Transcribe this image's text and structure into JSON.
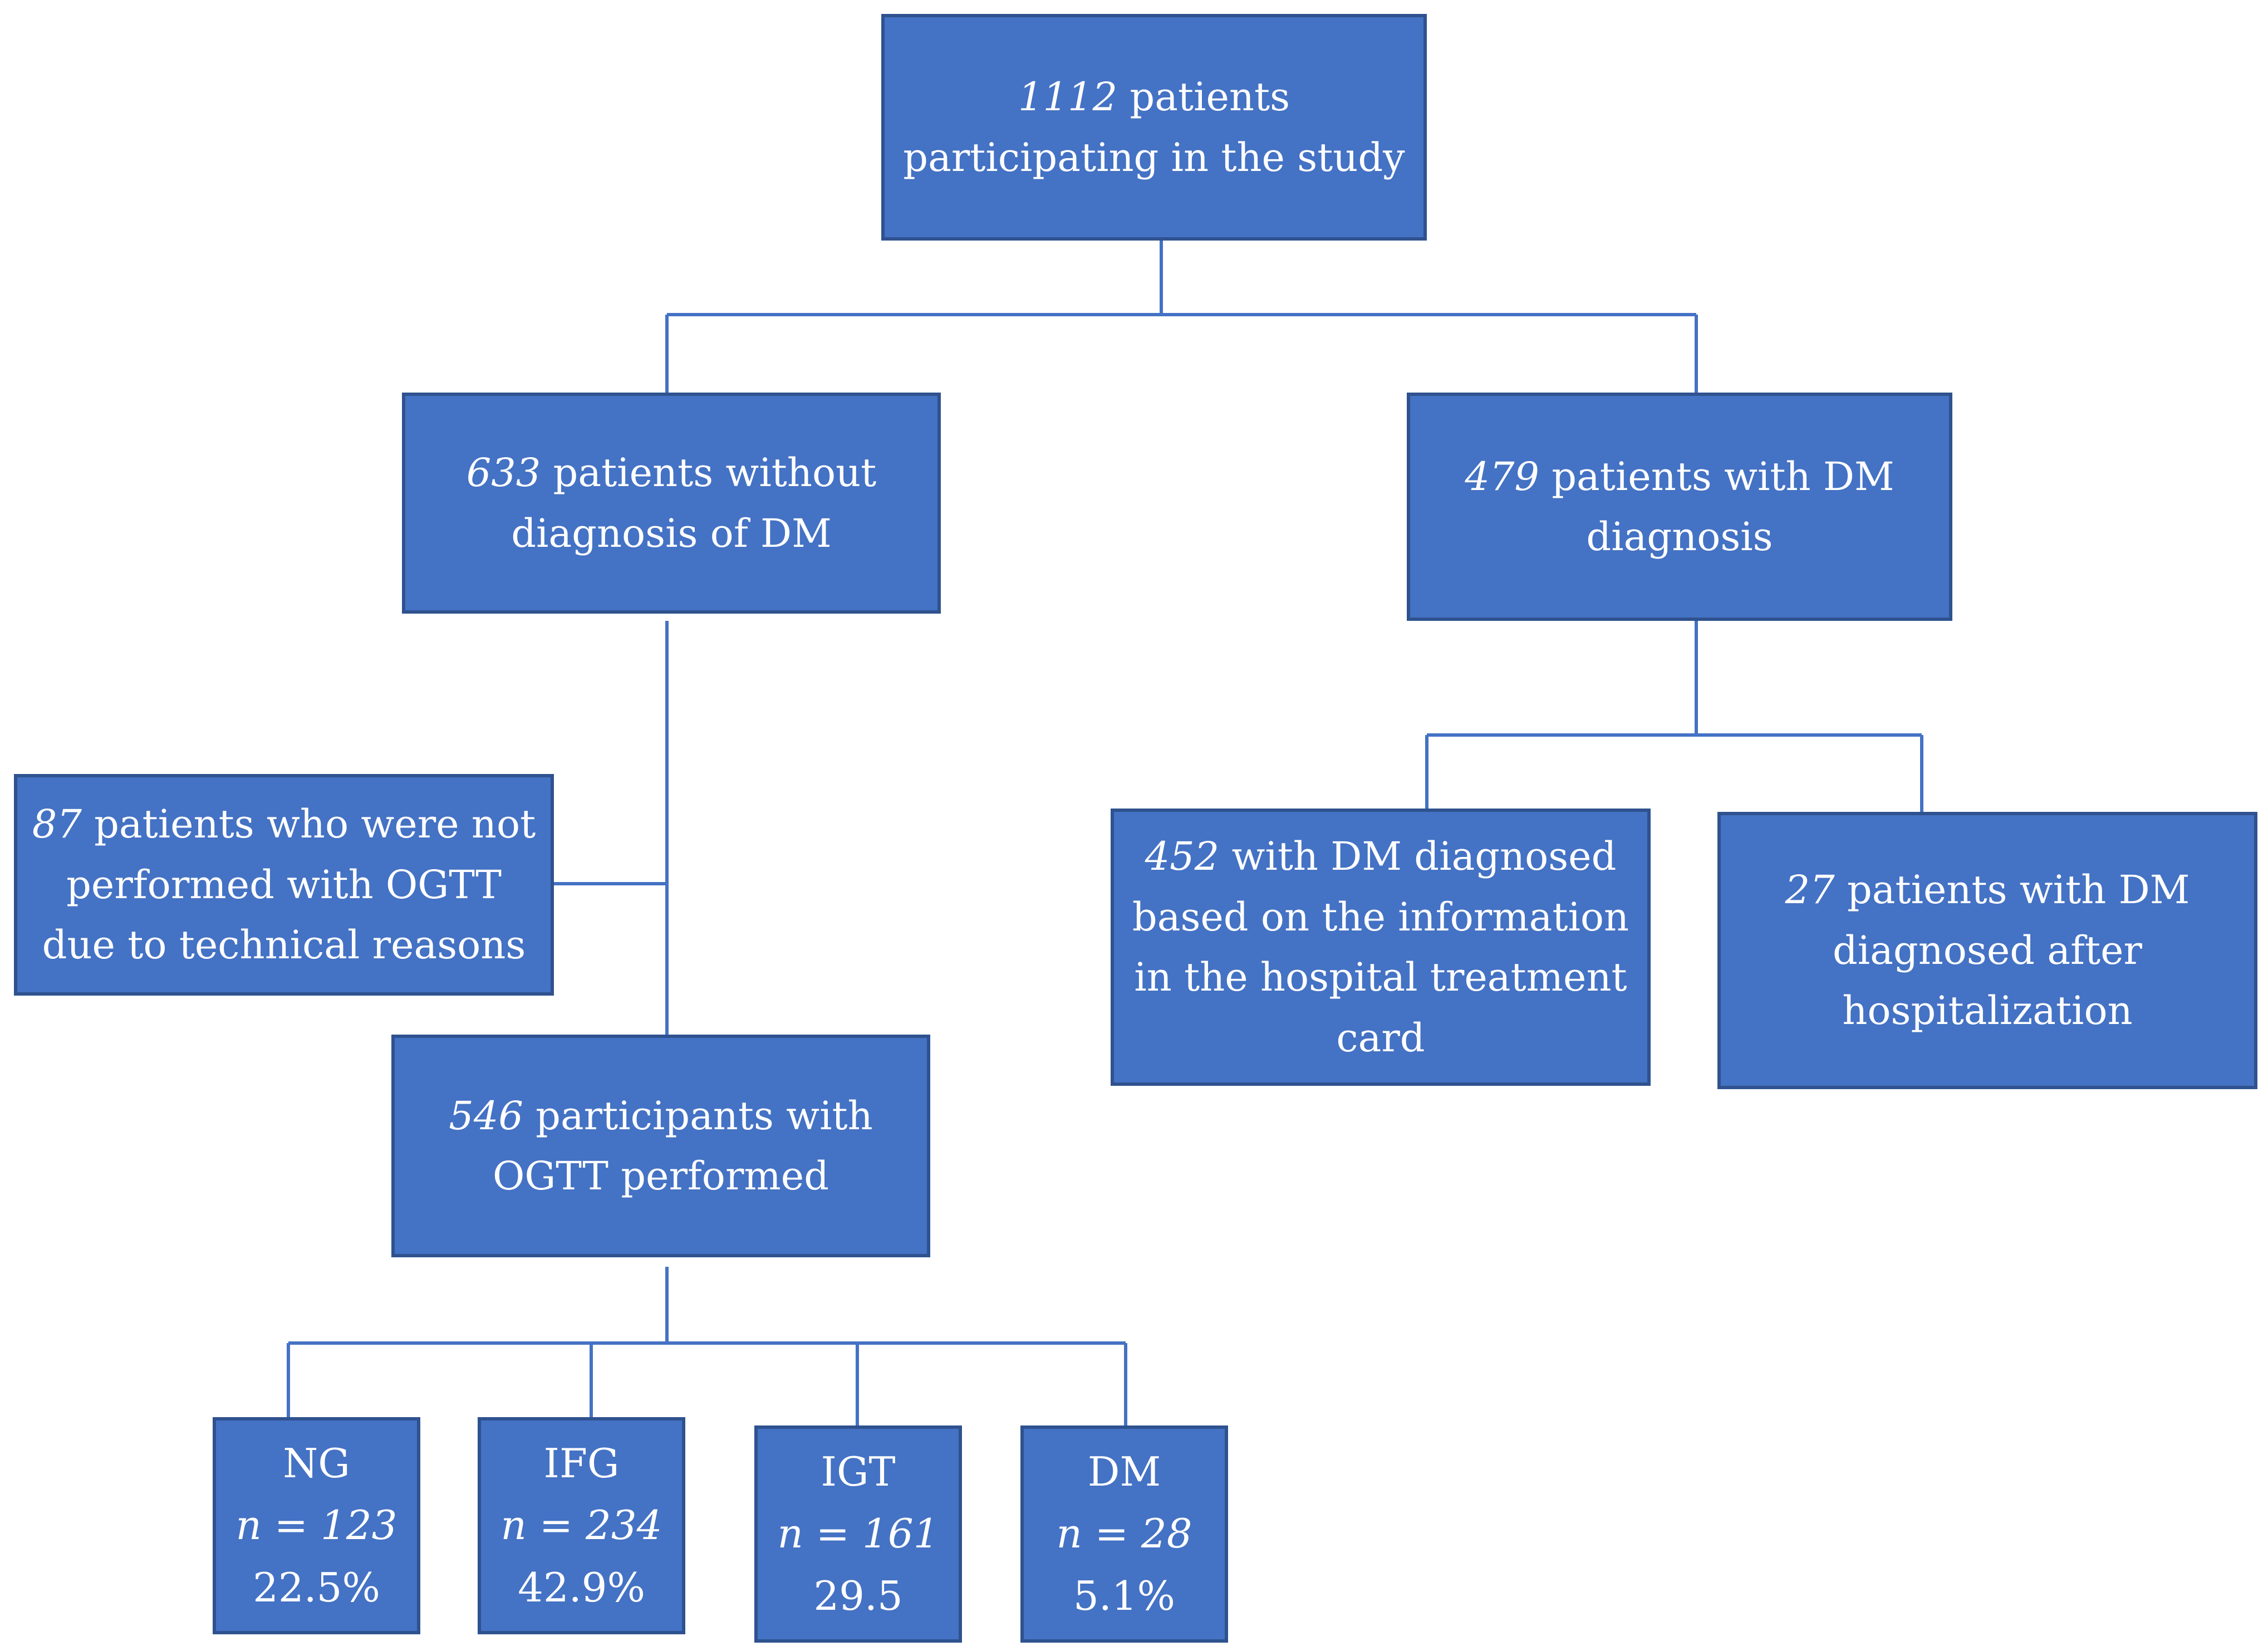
{
  "nodes": {
    "root": {
      "num": "1112",
      "line1_rest": " patients",
      "line2": "participating in the study"
    },
    "no_dm": {
      "num": "633",
      "line1_rest": " patients without",
      "line2": "diagnosis of DM"
    },
    "with_dm": {
      "num": "479",
      "line1_rest": " patients with DM",
      "line2": "diagnosis"
    },
    "no_ogtt": {
      "num": "87",
      "line1_rest": " patients who were not",
      "line2": "performed with OGTT",
      "line3": "due to technical reasons"
    },
    "ogtt": {
      "num": "546",
      "line1_rest": " participants with",
      "line2": "OGTT performed"
    },
    "dm_card": {
      "num": "452",
      "line1_rest": " with DM diagnosed",
      "line2": "based on the information",
      "line3": "in the hospital treatment",
      "line4": "card"
    },
    "dm_after": {
      "num": "27",
      "line1_rest": " patients with DM",
      "line2": "diagnosed after",
      "line3": "hospitalization"
    }
  },
  "categories": [
    {
      "label": "NG",
      "n": "n = 123",
      "pct": "22.5%"
    },
    {
      "label": "IFG",
      "n": "n = 234",
      "pct": "42.9%"
    },
    {
      "label": "IGT",
      "n": "n = 161",
      "pct": "29.5"
    },
    {
      "label": "DM",
      "n": "n = 28",
      "pct": "5.1%"
    }
  ],
  "colors": {
    "box_fill": "#4472c4",
    "box_border": "#2f528f",
    "connector": "#4472c4",
    "text": "#ffffff"
  }
}
